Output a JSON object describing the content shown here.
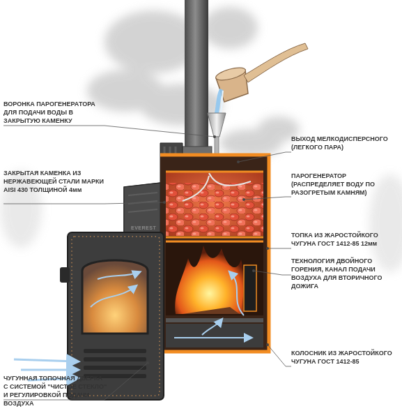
{
  "diagram": {
    "labels": [
      "ВОРОНКА ПАРОГЕНЕРАТОРА ДЛЯ ПОДАЧИ ВОДЫ В ЗАКРЫТУЮ КАМЕНКУ",
      "ВЫХОД МЕЛКОДИСПЕРСНОГО (ЛЕГКОГО ПАРА)",
      "ЗАКРЫТАЯ КАМЕНКА ИЗ НЕРЖАВЕЮЩЕЙ СТАЛИ МАРКИ AISI 430 ТОЛЩИНОЙ 4мм",
      "ПАРОГЕНЕРАТОР (РАСПРЕДЕЛЯЕТ ВОДУ ПО РАЗОГРЕТЫМ КАМНЯМ)",
      "ТОПКА ИЗ ЖАРОСТОЙКОГО ЧУГУНА ГОСТ 1412-85 12мм",
      "ТЕХНОЛОГИЯ ДВОЙНОГО ГОРЕНИЯ, КАНАЛ ПОДАЧИ ВОЗДУХА ДЛЯ ВТОРИЧНОГО ДОЖИГА",
      "КОЛОСНИК ИЗ ЖАРОСТОЙКОГО ЧУГУНА ГОСТ 1412-85",
      "ЧУГУННАЯ ТОПОЧНАЯ ДВЕРКА С СИСТЕМОЙ \"ЧИСТОЕ СТЕКЛО\" И РЕГУЛИРОВКОЙ ПОДАЧИ ВОЗДУХА",
      "EVEREST"
    ]
  }
}
